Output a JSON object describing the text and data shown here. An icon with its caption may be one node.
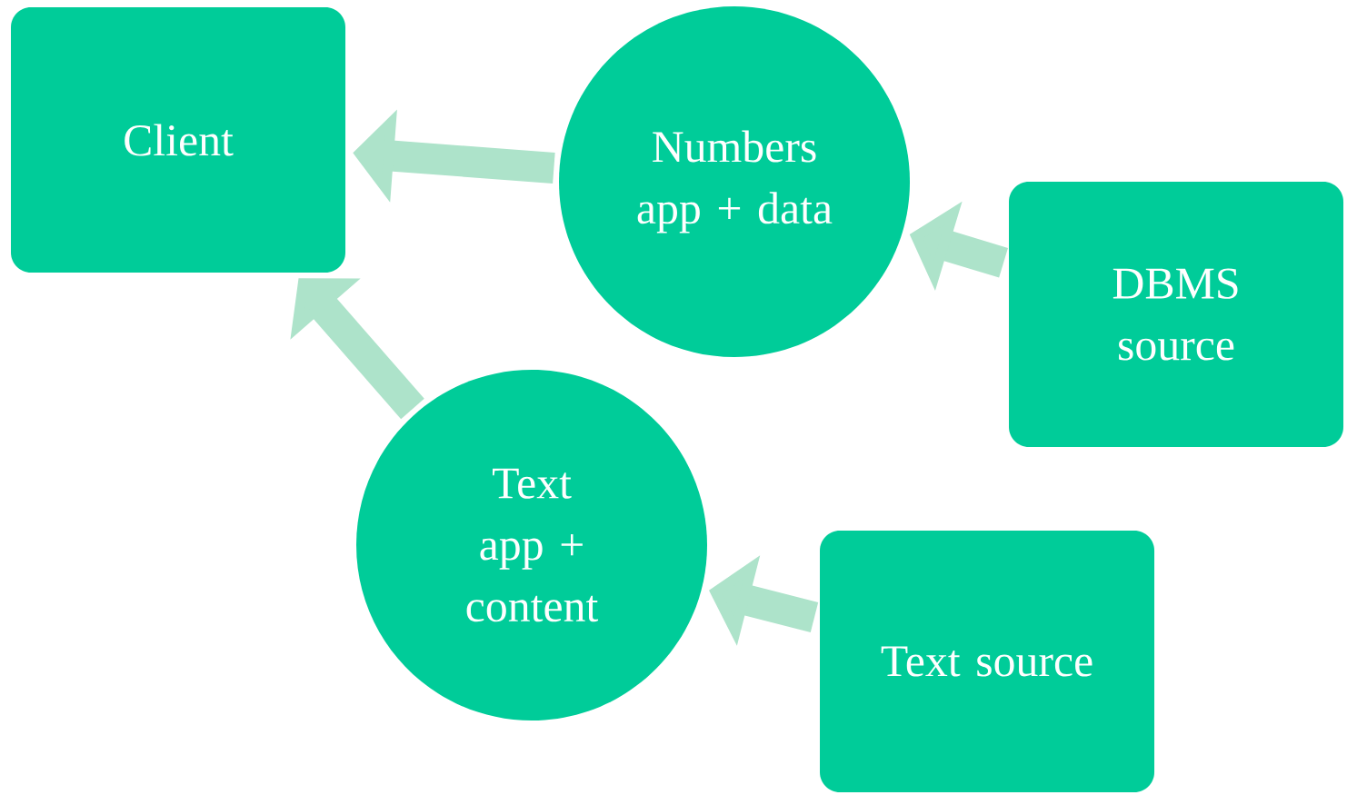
{
  "diagram": {
    "nodes": [
      {
        "text": [
          "Client"
        ]
      },
      {
        "text": [
          "Numbers app + data"
        ]
      },
      {
        "text": [
          "DBMS source"
        ]
      },
      {
        "text": [
          "Text app + content"
        ]
      },
      {
        "text": [
          "Text source"
        ]
      }
    ],
    "edges": [
      {
        "from": 1,
        "to": 0,
        "arrow": "to"
      },
      {
        "from": 2,
        "to": 1,
        "arrow": "to"
      },
      {
        "from": 3,
        "to": 0,
        "arrow": "to"
      },
      {
        "from": 4,
        "to": 3,
        "arrow": "to"
      }
    ]
  }
}
